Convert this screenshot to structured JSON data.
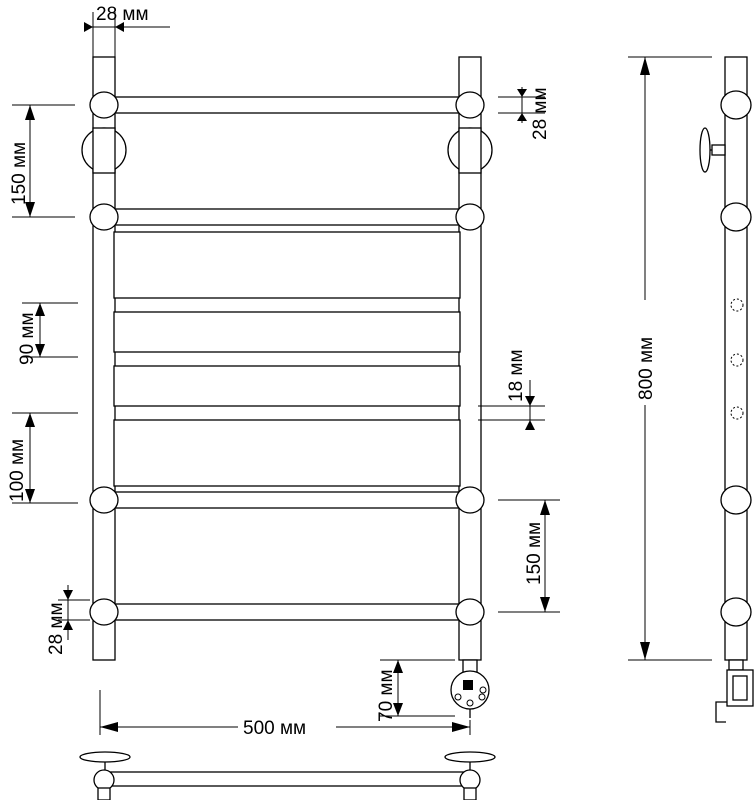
{
  "dimensions": {
    "pipe_width": "28 мм",
    "top_rail_thickness": "28 мм",
    "top_spacing": "150 мм",
    "slat_height": "90 мм",
    "slat_gap": "18 мм",
    "mid_spacing": "100 мм",
    "bottom_spacing": "150 мм",
    "bottom_rail_thickness": "28 мм",
    "heater_offset": "70 мм",
    "width": "500 мм",
    "height": "800 мм"
  }
}
